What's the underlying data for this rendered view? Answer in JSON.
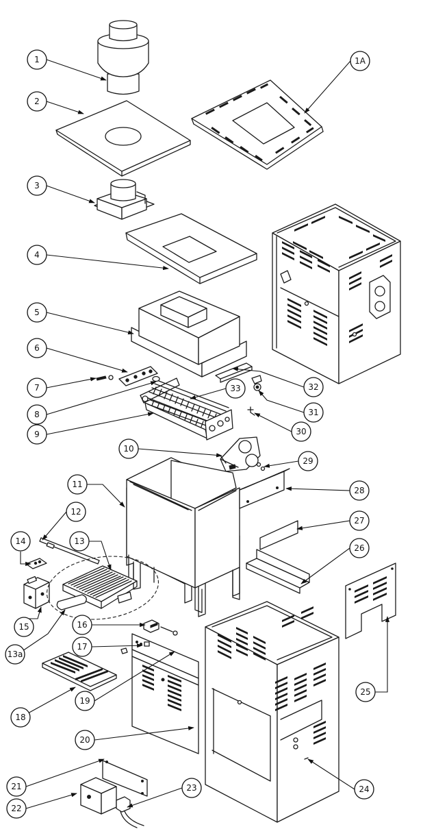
{
  "callouts": [
    "1",
    "1A",
    "2",
    "3",
    "4",
    "5",
    "6",
    "7",
    "8",
    "9",
    "33",
    "32",
    "31",
    "30",
    "10",
    "29",
    "11",
    "28",
    "12",
    "27",
    "14",
    "13",
    "26",
    "15",
    "13a",
    "16",
    "25",
    "17",
    "18",
    "19",
    "20",
    "21",
    "24",
    "22",
    "23"
  ],
  "colors": {
    "line": "#1a1a1a",
    "background": "#ffffff"
  }
}
